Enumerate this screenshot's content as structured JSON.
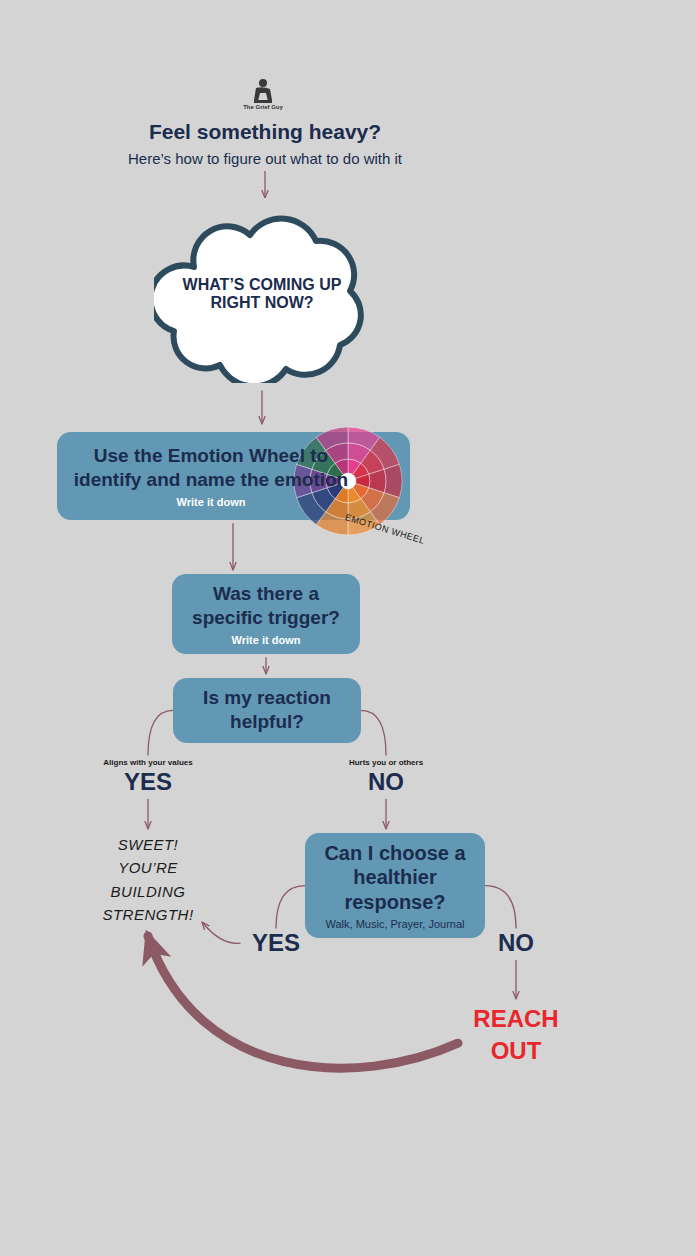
{
  "diagram": {
    "title": "Feel something heavy?",
    "nodes": [
      {
        "text": [
          "WHAT’S COMING UP RIGHT NOW?"
        ]
      },
      {
        "text": [
          "Use the Emotion Wheel to identify and name the emotion",
          "Write it down"
        ]
      },
      {
        "text": [
          "Was there a specific trigger?",
          "Write it down"
        ]
      },
      {
        "text": [
          "Is my reaction helpful?"
        ]
      },
      {
        "text": [
          "Aligns with your values",
          "YES"
        ]
      },
      {
        "text": [
          "Hurts you or others",
          "NO"
        ]
      },
      {
        "text": [
          "SWEET! YOU’RE BUILDING STRENGTH!"
        ]
      },
      {
        "text": [
          "Can I choose a healthier response?",
          "Walk, Music, Prayer, Journal"
        ]
      },
      {
        "text": [
          "YES"
        ]
      },
      {
        "text": [
          "NO"
        ]
      },
      {
        "text": [
          "REACH OUT"
        ]
      }
    ],
    "edges": [
      {
        "from": 0,
        "to": 1,
        "arrow": "to"
      },
      {
        "from": 1,
        "to": 2,
        "arrow": "to"
      },
      {
        "from": 2,
        "to": 3,
        "arrow": "to"
      },
      {
        "from": 3,
        "to": 4,
        "arrow": "none"
      },
      {
        "from": 3,
        "to": 5,
        "arrow": "none"
      },
      {
        "from": 4,
        "to": 6,
        "arrow": "to"
      },
      {
        "from": 5,
        "to": 7,
        "arrow": "to"
      },
      {
        "from": 7,
        "to": 8,
        "arrow": "none"
      },
      {
        "from": 7,
        "to": 9,
        "arrow": "none"
      },
      {
        "from": 8,
        "to": 6,
        "arrow": "to"
      },
      {
        "from": 9,
        "to": 10,
        "arrow": "to"
      },
      {
        "from": 10,
        "to": 6,
        "arrow": "to"
      }
    ],
    "labels": [
      "The Grief Guy",
      "Here’s how to figure out what to do with it",
      "EMOTION WHEEL"
    ]
  }
}
